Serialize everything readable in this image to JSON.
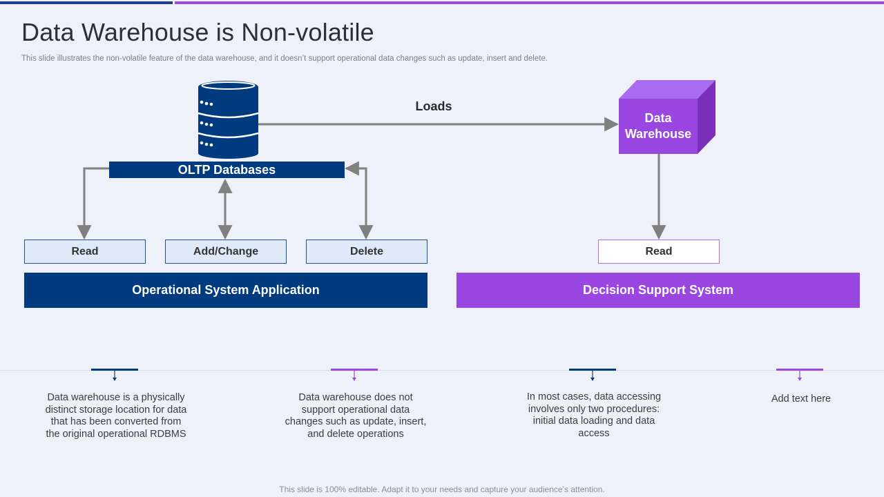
{
  "slide": {
    "title": "Data Warehouse is Non-volatile",
    "subtitle": "This slide illustrates the non-volatile feature of the data warehouse, and it doesn’t support operational data changes such as update, insert and delete.",
    "footer": "This slide is 100% editable. Adapt it to your needs and capture your audience’s attention."
  },
  "diagram": {
    "oltp_label": "OLTP Databases",
    "loads_label": "Loads",
    "warehouse_label_line1": "Data",
    "warehouse_label_line2": "Warehouse",
    "operations": [
      "Read",
      "Add/Change",
      "Delete"
    ],
    "dss_read": "Read",
    "operational_system": "Operational System Application",
    "decision_support": "Decision Support System"
  },
  "notes": [
    {
      "text": "Data warehouse is a physically distinct storage location for data that has been converted from the original operational RDBMS",
      "accent": "#003a7f"
    },
    {
      "text": "Data warehouse does not support operational data changes such as update, insert, and delete operations",
      "accent": "#9a47e2"
    },
    {
      "text": "In most cases, data accessing involves only two procedures: initial data loading and data access",
      "accent": "#003a7f"
    },
    {
      "text": "Add text here",
      "accent": "#9a47e2"
    }
  ],
  "colors": {
    "navy": "#003a7f",
    "purple": "#9a47e2",
    "background": "#eef1f9"
  }
}
